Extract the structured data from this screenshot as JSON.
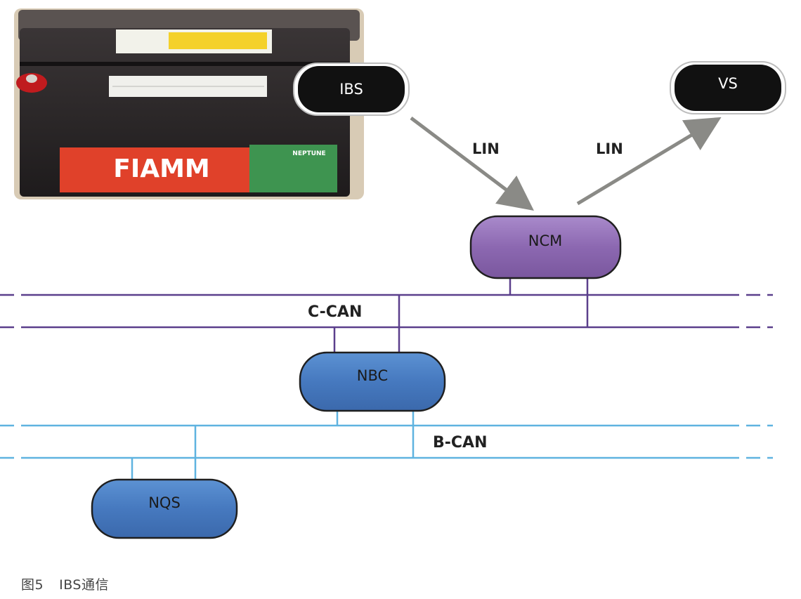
{
  "photo": {
    "brand": "FIAMM",
    "model": "NEPTUNE"
  },
  "nodes": {
    "ibs": "IBS",
    "vs": "VS",
    "ncm": "NCM",
    "nbc": "NBC",
    "nqs": "NQS"
  },
  "links": {
    "lin_left": "LIN",
    "lin_right": "LIN"
  },
  "buses": {
    "c_can": "C-CAN",
    "b_can": "B-CAN"
  },
  "caption": {
    "number": "图5",
    "title": "IBS通信"
  },
  "colors": {
    "c_can": "#5b3f8c",
    "b_can": "#5fb3e0",
    "ncm_fill": "#8e6bb3",
    "nbc_fill": "#4a7fc4",
    "nqs_fill": "#4a7fc4",
    "lin_arrow": "#8a8a86",
    "black_node": "#111111",
    "battery_label": "#e0412a"
  }
}
